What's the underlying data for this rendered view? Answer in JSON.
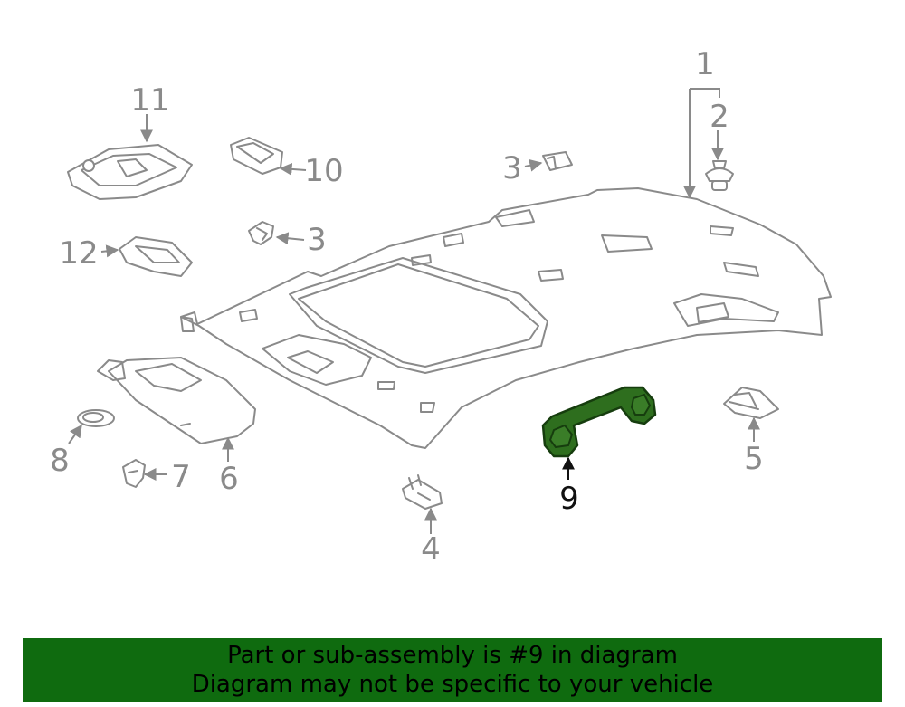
{
  "callouts": {
    "c1": "1",
    "c2": "2",
    "c3a": "3",
    "c3b": "3",
    "c4": "4",
    "c5": "5",
    "c6": "6",
    "c7": "7",
    "c8": "8",
    "c9": "9",
    "c10": "10",
    "c11": "11",
    "c12": "12"
  },
  "highlighted_part": "9",
  "colors": {
    "highlight_fill": "#2e6e1e",
    "banner_background": "#0f6b0f",
    "line_gray": "#8a8a8a"
  },
  "banner": {
    "line1": "Part or sub-assembly is #9 in diagram",
    "line2": "Diagram may not be specific to your vehicle"
  }
}
